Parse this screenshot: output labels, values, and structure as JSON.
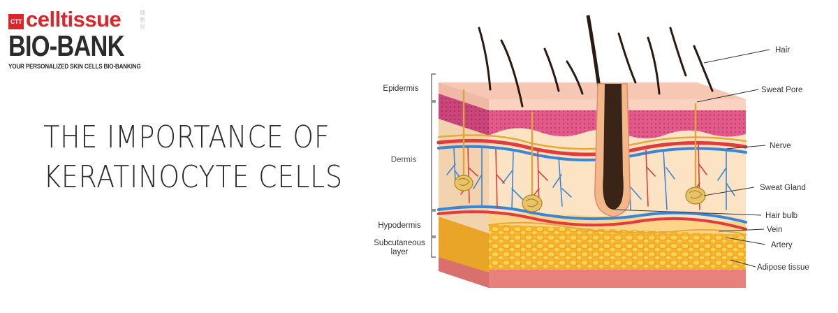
{
  "logo": {
    "ctt": "CTT",
    "brand": "celltissue",
    "cjk": "细胞谷",
    "biobank": "BIO-BANK",
    "tagline": "YOUR PERSONALIZED SKIN CELLS BIO-BANKING"
  },
  "headline": {
    "line1": "THE IMPORTANCE OF",
    "line2": "KERATINOCYTE CELLS"
  },
  "diagram": {
    "left_labels": {
      "epidermis": "Epidermis",
      "dermis": "Dermis",
      "hypodermis": "Hypodermis",
      "subcutaneous_1": "Subcutaneous",
      "subcutaneous_2": "layer"
    },
    "right_labels": {
      "hair": "Hair",
      "sweat_pore": "Sweat Pore",
      "nerve": "Nerve",
      "sweat_gland": "Sweat Gland",
      "hair_bulb": "Hair bulb",
      "vein": "Vein",
      "artery": "Artery",
      "adipose": "Adipose tissue"
    },
    "colors": {
      "epidermis_top": "#f6c7b3",
      "epidermis_band": "#e25a8a",
      "dermis": "#fbe3c4",
      "fat": "#f7b428",
      "bottom": "#ee8a86",
      "vein": "#3a86d6",
      "artery": "#e23b3b",
      "nerve": "#e5a93a",
      "hair": "#2a1a12"
    }
  }
}
